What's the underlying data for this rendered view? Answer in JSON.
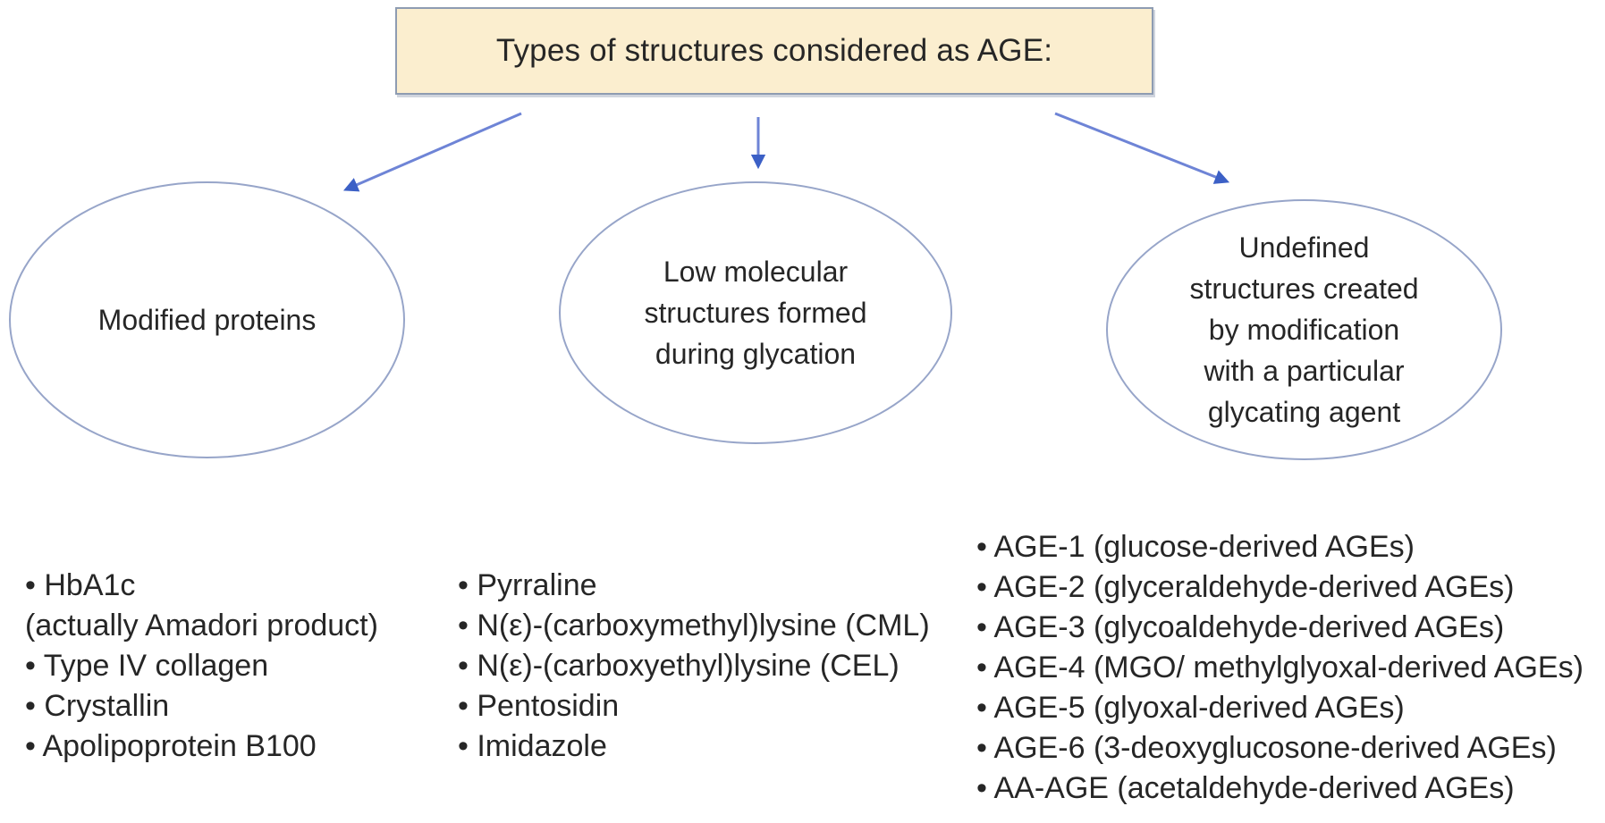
{
  "title": {
    "text": "Types of structures considered as AGE:"
  },
  "ellipses": [
    {
      "name": "Modified proteins",
      "lines": [
        "Modified proteins"
      ]
    },
    {
      "name": "Low molecular structures formed during glycation",
      "lines": [
        "Low molecular",
        "structures formed",
        "during glycation"
      ]
    },
    {
      "name": "Undefined structures created by modification with a particular glycating agent",
      "lines": [
        "Undefined",
        "structures created",
        "by modification",
        "with a particular",
        "glycating agent"
      ]
    }
  ],
  "lists": [
    {
      "items": [
        "• HbA1c",
        "(actually Amadori product)",
        "• Type IV collagen",
        "• Crystallin",
        "• Apolipoprotein B100"
      ]
    },
    {
      "items": [
        "• Pyrraline",
        "• N(ε)-(carboxymethyl)lysine (CML)",
        "• N(ε)-(carboxyethyl)lysine (CEL)",
        "• Pentosidin",
        "• Imidazole"
      ]
    },
    {
      "items": [
        "• AGE-1 (glucose-derived AGEs)",
        "• AGE-2 (glyceraldehyde-derived AGEs)",
        "• AGE-3 (glycoaldehyde-derived AGEs)",
        "• AGE-4 (MGO/ methylglyoxal-derived AGEs)",
        "• AGE-5 (glyoxal-derived AGEs)",
        "• AGE-6 (3-deoxyglucosone-derived AGEs)",
        "• AA-AGE (acetaldehyde-derived AGEs)"
      ]
    }
  ],
  "colors": {
    "background": "#FFFFFF",
    "title_box_fill": "#FBEECF",
    "title_box_border": "#8E9CB2",
    "ellipse_stroke": "#97A5C9",
    "arrow_line": "#6E84D6",
    "arrow_head": "#3C60C6",
    "text": "#262626"
  }
}
